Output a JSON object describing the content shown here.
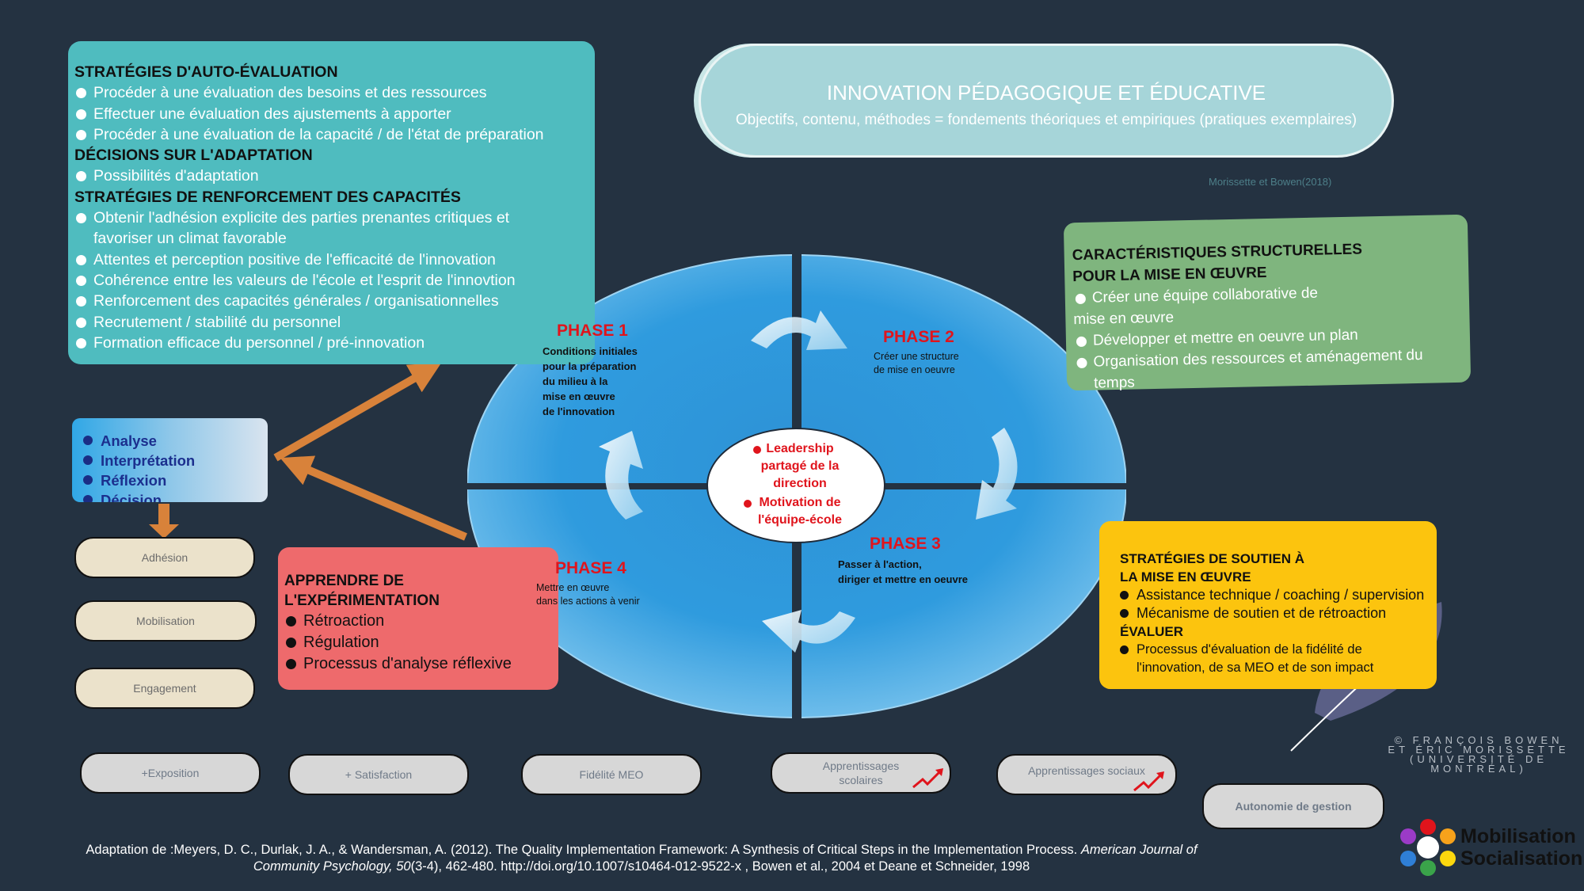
{
  "title": {
    "main": "INNOVATION PÉDAGOGIQUE ET ÉDUCATIVE",
    "subtitle": "Objectifs, contenu, méthodes = fondements théoriques et empiriques (pratiques exemplaires)"
  },
  "credit": "Morissette et Bowen(2018)",
  "auto_evaluation": {
    "heading1": "STRATÉGIES D'AUTO-ÉVALUATION",
    "items1": [
      "Procéder à une évaluation des besoins et des ressources",
      "Effectuer une évaluation des ajustements à apporter",
      "Procéder à une évaluation de la capacité / de l'état de préparation"
    ],
    "heading2": "DÉCISIONS SUR L'ADAPTATION",
    "items2": [
      "Possibilités d'adaptation"
    ],
    "heading3": "STRATÉGIES DE RENFORCEMENT DES CAPACITÉS",
    "items3_first_line": "Obtenir l'adhésion explicite des parties prenantes critiques et",
    "items3_first_cont": "favoriser un climat favorable",
    "items3": [
      "Attentes et perception positive de l'efficacité de l'innovation",
      "Cohérence entre les valeurs de l'école et l'esprit de l'innovtion",
      "Renforcement des capacités générales / organisationnelles",
      "Recrutement / stabilité du personnel",
      "Formation efficace du personnel / pré-innovation"
    ]
  },
  "structural": {
    "heading": "CARACTÉRISTIQUES STRUCTURELLES",
    "heading2": "POUR LA MISE EN ŒUVRE",
    "item1": "Créer une équipe collaborative de",
    "item1_cont": "mise en œuvre",
    "item2": "Développer et mettre en oeuvre un plan",
    "item3": "Organisation des ressources et aménagement du temps"
  },
  "support": {
    "heading": "STRATÉGIES DE SOUTIEN À",
    "heading2": "LA MISE EN ŒUVRE",
    "items": [
      "Assistance technique / coaching / supervision",
      "Mécanisme de soutien et de rétroaction"
    ],
    "heading3": "ÉVALUER",
    "item_eval": "Processus d'évaluation de la fidélité de l'innovation, de sa MEO et de son impact"
  },
  "experimentation": {
    "heading": "APPRENDRE DE",
    "heading2": "L'EXPÉRIMENTATION",
    "items": [
      "Rétroaction",
      "Régulation",
      "Processus d'analyse réflexive"
    ]
  },
  "analysis": {
    "items": [
      "Analyse",
      "Interprétation",
      "Réflexion",
      "Décision"
    ]
  },
  "phases": {
    "p1": {
      "title": "PHASE 1",
      "lines": [
        "Conditions initiales",
        "pour la préparation",
        "du milieu à la",
        "mise en œuvre",
        "de l'innovation"
      ]
    },
    "p2": {
      "title": "PHASE 2",
      "lines": [
        "Créer une structure",
        "de mise en oeuvre"
      ]
    },
    "p3": {
      "title": "PHASE 3",
      "lines": [
        "Passer à l'action,",
        "diriger et mettre en oeuvre"
      ]
    },
    "p4": {
      "title": "PHASE 4",
      "lines": [
        "Mettre en œuvre",
        "dans les actions à venir"
      ]
    }
  },
  "center": {
    "item1": [
      "Leadership",
      "partagé de la",
      "direction"
    ],
    "item2": [
      "Motivation de",
      "l'équipe-école"
    ]
  },
  "beige_pills": [
    "Adhésion",
    "Mobilisation",
    "Engagement"
  ],
  "outcomes": [
    "+Exposition",
    "+ Satisfaction",
    "Fidélité MEO",
    "Apprentissages scolaires",
    "Apprentissages sociaux",
    "Autonomie de gestion"
  ],
  "copyright": "© FRANÇOIS BOWEN ET ÉRIC MORISSETTE (UNIVERSITÉ DE MONTRÉAL)",
  "footer": {
    "line1a": "Adaptation de :Meyers, D. C., Durlak, J. A., & Wandersman, A. (2012). The Quality Implementation Framework: A Synthesis of Critical Steps in the Implementation Process. ",
    "line1b": "American Journal of",
    "line2a": "Community Psychology, ",
    "line2b": "50",
    "line2c": "(3-4), 462-480. http://doi.org/10.1007/s10464-012-9522-x ,  Bowen et al., 2004 et Deane et Schneider, 1998"
  },
  "logo": {
    "line1": "Mobilisation",
    "line2": "Socialisation"
  },
  "colors": {
    "background": "#243241",
    "teal": "#4fbcbf",
    "green": "#7fb57e",
    "yellow": "#fcc40e",
    "red_box": "#ee6a6c",
    "phase_red": "#e0141c",
    "ellipse_blue": "#3aa3dc",
    "arrow_orange": "#d8823a"
  }
}
